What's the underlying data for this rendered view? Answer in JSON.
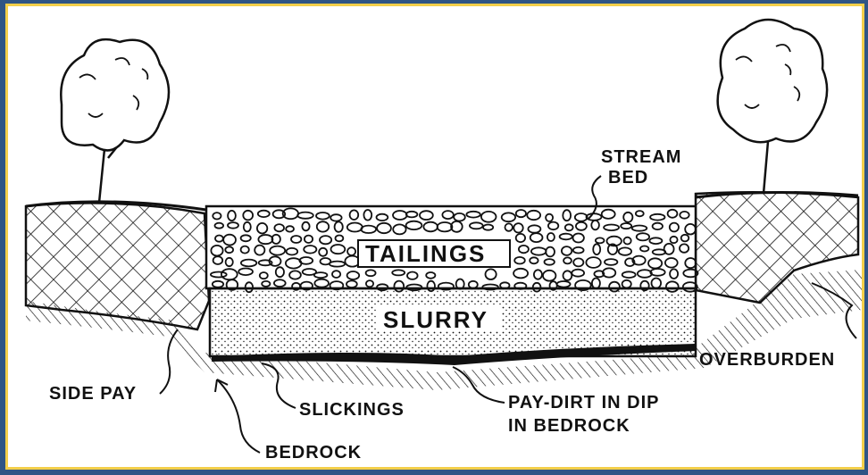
{
  "labels": {
    "stream_bed_1": "STREAM",
    "stream_bed_2": "BED",
    "tailings": "TAILINGS",
    "slurry": "SLURRY",
    "overburden": "OVERBURDEN",
    "side_pay": "SIDE PAY",
    "slickings": "SLICKINGS",
    "pay_dirt_1": "PAY-DIRT IN DIP",
    "pay_dirt_2": "IN BEDROCK",
    "bedrock": "BEDROCK"
  },
  "colors": {
    "frame": "#2f5585",
    "border": "#f3cf4a",
    "ink": "#111111"
  }
}
